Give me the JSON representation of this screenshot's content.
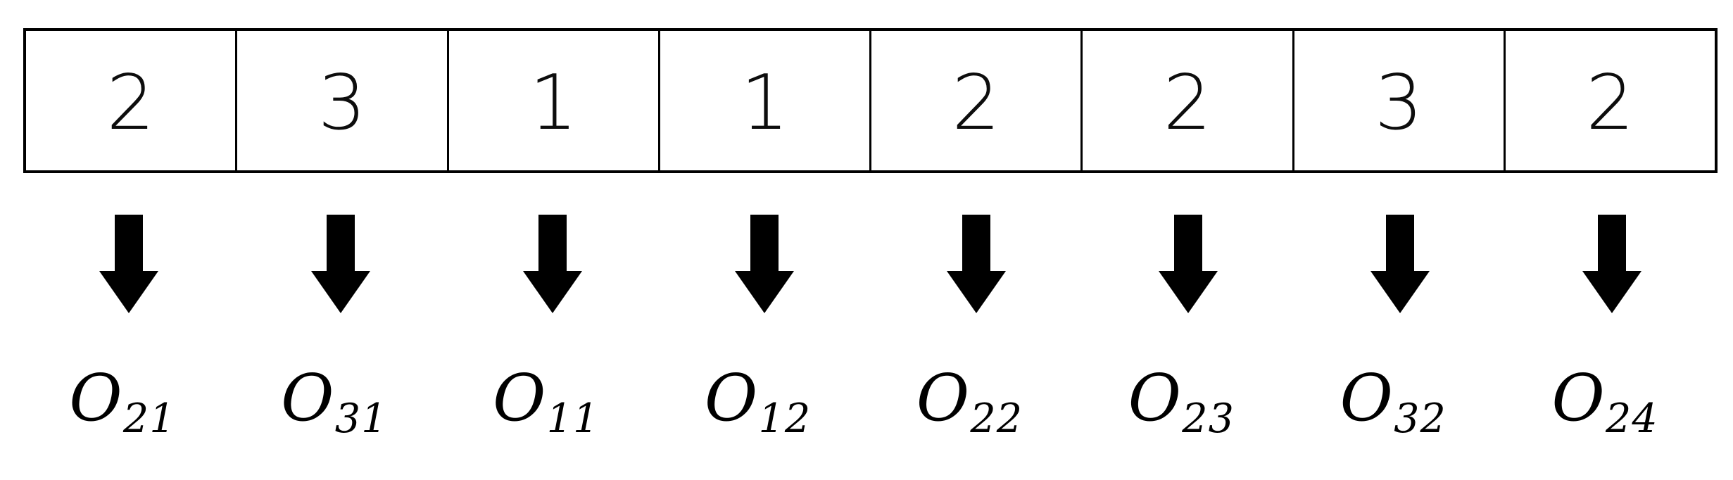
{
  "figure": {
    "title": "",
    "colors": {
      "border": "#000000",
      "text": "#0d0d0d",
      "arrow": "#000000",
      "background": "#ffffff"
    }
  },
  "array": {
    "cell_count": 8,
    "values": [
      "2",
      "3",
      "1",
      "1",
      "2",
      "2",
      "3",
      "2"
    ]
  },
  "arrows": {
    "icon": "arrow-down-icon",
    "count": 8,
    "direction": "down"
  },
  "labels": {
    "count": 8,
    "items": [
      {
        "base": "O",
        "sub": "21"
      },
      {
        "base": "O",
        "sub": "31"
      },
      {
        "base": "O",
        "sub": "11"
      },
      {
        "base": "O",
        "sub": "12"
      },
      {
        "base": "O",
        "sub": "22"
      },
      {
        "base": "O",
        "sub": "23"
      },
      {
        "base": "O",
        "sub": "32"
      },
      {
        "base": "O",
        "sub": "24"
      }
    ]
  }
}
